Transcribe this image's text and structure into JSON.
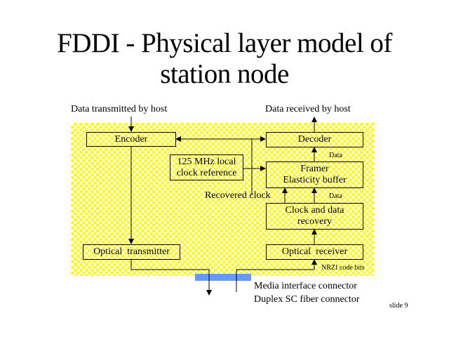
{
  "slide": {
    "title_line1": "FDDI - Physical layer model of",
    "title_line2": "station node",
    "slide_number": "slide 9"
  },
  "labels": {
    "data_transmitted": "Data transmitted by host",
    "data_received": "Data received by host",
    "recovered_clock": "Recovered clock",
    "data_1": "Data",
    "data_2": "Data",
    "nrzi": "NRZI code bits",
    "media_interface": "Media interface connector",
    "duplex_sc": "Duplex SC fiber connector"
  },
  "blocks": {
    "encoder": "Encoder",
    "decoder": "Decoder",
    "clock_ref_line1": "125 MHz local",
    "clock_ref_line2": "clock reference",
    "framer_line1": "Framer",
    "framer_line2": "Elasticity buffer",
    "cdr_line1": "Clock and data",
    "cdr_line2": "recovery",
    "optical_tx": "Optical  transmitter",
    "optical_rx": "Optical  receiver"
  },
  "colors": {
    "checker": "#ffff00",
    "connector": "#6699ff"
  }
}
